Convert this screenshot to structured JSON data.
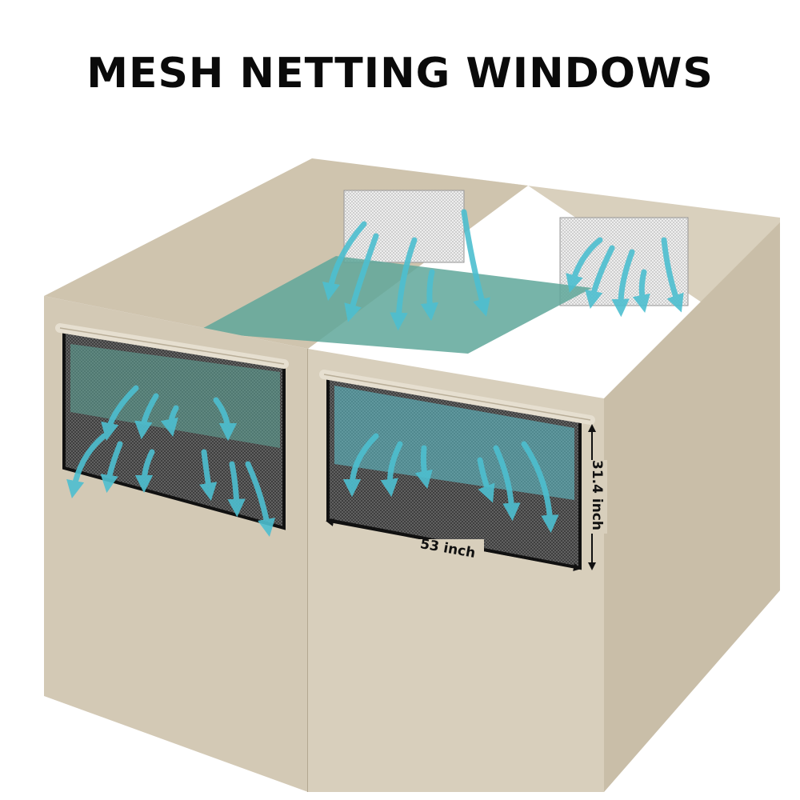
{
  "title": "MESH NETTING WINDOWS",
  "dimensions": {
    "width_label": "53 inch",
    "height_label": "31.4 inch"
  },
  "colors": {
    "wall": "#d2c8b4",
    "wall_shadow": "#bdb29c",
    "floor_tint": "#5fa79a",
    "arrow": "#4dbfd0",
    "frame": "#111111"
  }
}
